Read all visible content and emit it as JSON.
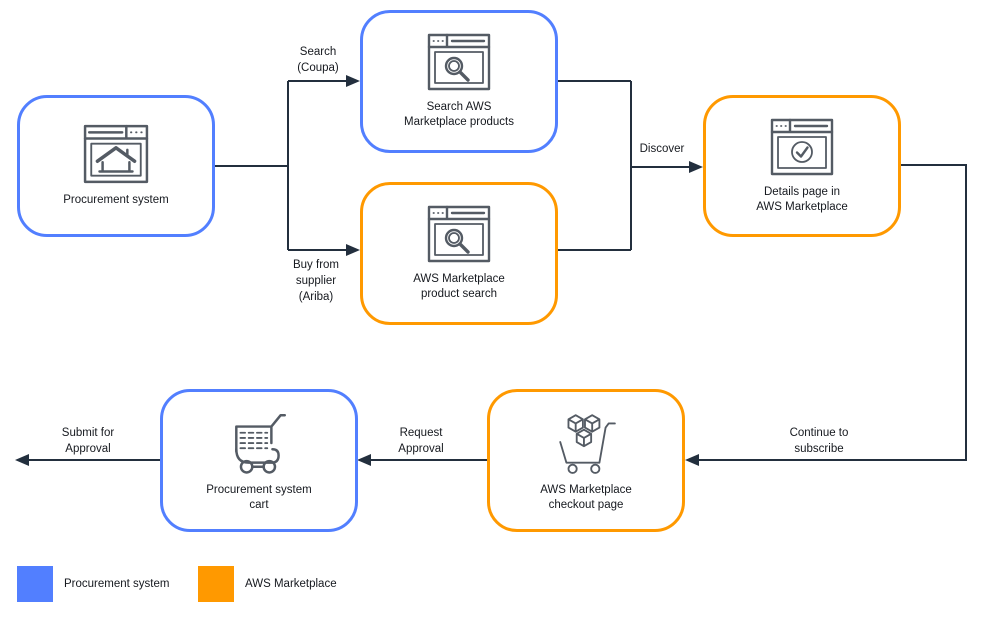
{
  "colors": {
    "procurement_blue": "#527FFF",
    "marketplace_orange": "#FF9900",
    "connector": "#232F3E",
    "icon_stroke": "#545B64",
    "text": "#16191F",
    "background": "#FFFFFF"
  },
  "nodes": {
    "procurement_system": {
      "label": "Procurement system"
    },
    "search_products": {
      "line1": "Search AWS",
      "line2": "Marketplace products"
    },
    "product_search": {
      "line1": "AWS Marketplace",
      "line2": "product search"
    },
    "details_page": {
      "line1": "Details page in",
      "line2": "AWS Marketplace"
    },
    "checkout_page": {
      "line1": "AWS Marketplace",
      "line2": "checkout page"
    },
    "cart": {
      "line1": "Procurement system",
      "line2": "cart"
    }
  },
  "edges": {
    "search_coupa": {
      "line1": "Search",
      "line2": "(Coupa)"
    },
    "buy_from_supplier": {
      "line1": "Buy from",
      "line2": "supplier",
      "line3": "(Ariba)"
    },
    "discover": {
      "label": "Discover"
    },
    "continue_to_subscribe": {
      "line1": "Continue to",
      "line2": "subscribe"
    },
    "request_approval": {
      "line1": "Request",
      "line2": "Approval"
    },
    "submit_for_approval": {
      "line1": "Submit for",
      "line2": "Approval"
    }
  },
  "legend": {
    "items": [
      {
        "label": "Procurement system",
        "color": "#527FFF"
      },
      {
        "label": "AWS Marketplace",
        "color": "#FF9900"
      }
    ]
  }
}
